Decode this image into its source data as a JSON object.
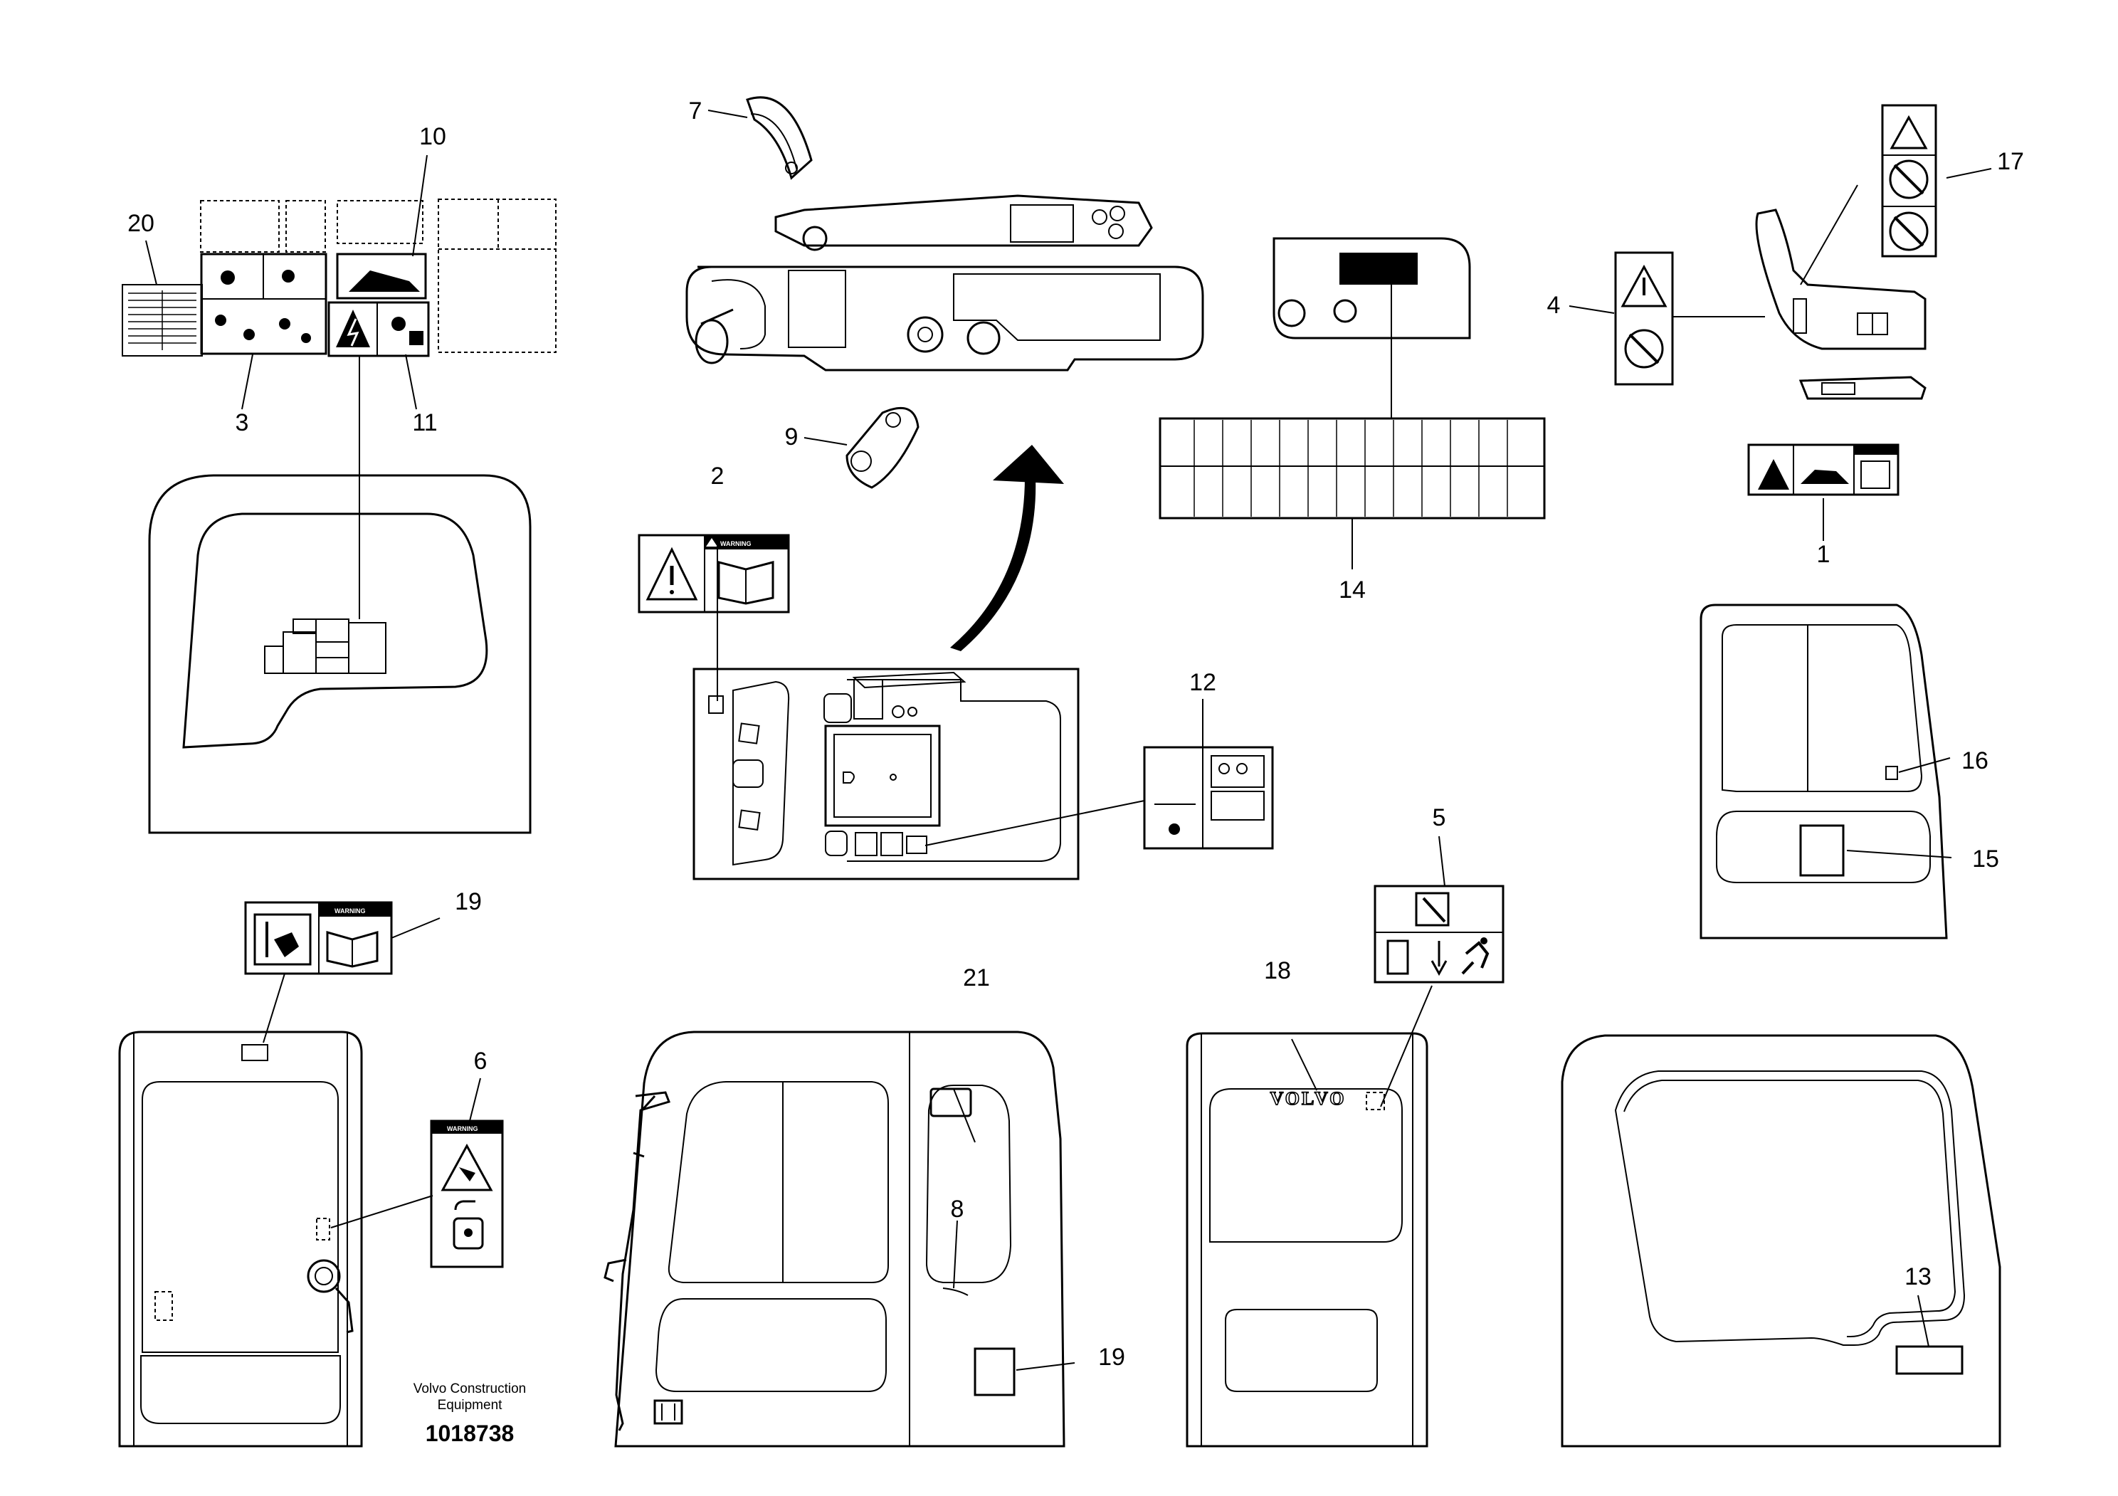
{
  "credit": {
    "line1": "Volvo Construction",
    "line2": "Equipment",
    "doc_number": "1018738"
  },
  "labels": {
    "warning": "WARNING",
    "brand": "VOLVO"
  },
  "callouts": [
    "1",
    "2",
    "3",
    "4",
    "5",
    "6",
    "7",
    "8",
    "9",
    "10",
    "11",
    "12",
    "13",
    "14",
    "15",
    "16",
    "17",
    "18",
    "19",
    "19",
    "20",
    "21"
  ]
}
